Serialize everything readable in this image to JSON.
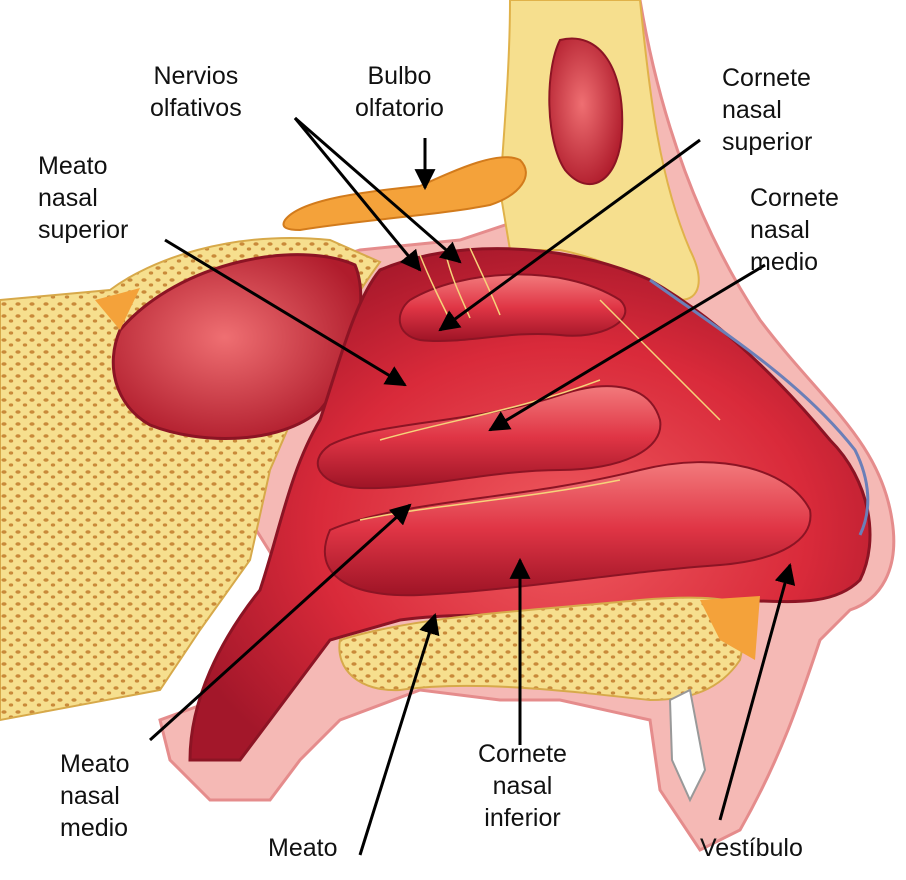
{
  "labels": {
    "nervios_olfativos": [
      "Nervios",
      "olfativos"
    ],
    "bulbo_olfatorio": [
      "Bulbo",
      "olfatorio"
    ],
    "cornete_nasal_superior": [
      "Cornete",
      "nasal",
      "superior"
    ],
    "meato_nasal_superior": [
      "Meato",
      "nasal",
      "superior"
    ],
    "cornete_nasal_medio": [
      "Cornete",
      "nasal",
      "medio"
    ],
    "meato_nasal_medio": [
      "Meato",
      "nasal",
      "medio"
    ],
    "meato": [
      "Meato"
    ],
    "cornete_nasal_inferior": [
      "Cornete",
      "nasal",
      "inferior"
    ],
    "vestibulo": [
      "Vestíbulo"
    ]
  },
  "colors": {
    "tissue": "#d92a3a",
    "tissue_dark": "#a3172a",
    "tissue_light": "#ef6f72",
    "mucosa_pink": "#f5b9b5",
    "bone": "#f6df8e",
    "bone_spots": "#c98a3a",
    "olfactory_bulb": "#f4a23a",
    "arrow": "#000000",
    "background": "#ffffff"
  }
}
